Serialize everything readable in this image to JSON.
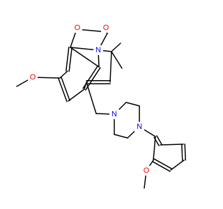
{
  "molecule": {
    "atoms": [
      {
        "id": "O1",
        "text": "O",
        "color": "#ff0000"
      },
      {
        "id": "O2",
        "text": "O",
        "color": "#ff0000"
      },
      {
        "id": "N1",
        "text": "N",
        "color": "#0000ff"
      },
      {
        "id": "O3",
        "text": "O",
        "color": "#ff0000"
      },
      {
        "id": "N2",
        "text": "N",
        "color": "#0000ff"
      },
      {
        "id": "N3",
        "text": "N",
        "color": "#0000ff"
      },
      {
        "id": "O4",
        "text": "O",
        "color": "#ff0000"
      }
    ]
  }
}
